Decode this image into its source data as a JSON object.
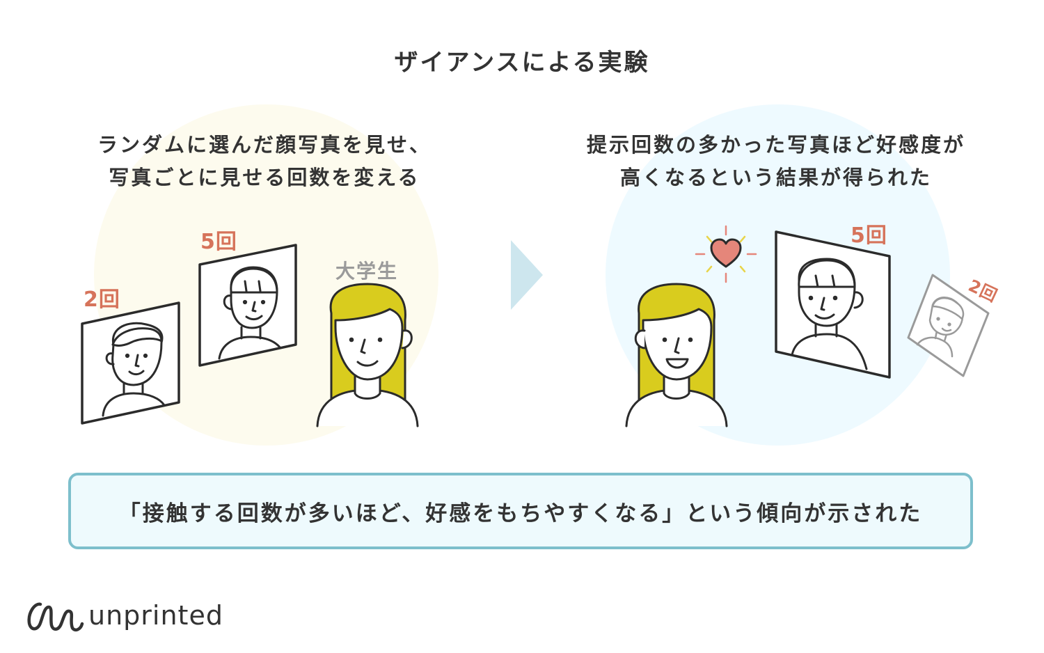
{
  "title": "ザイアンスによる実験",
  "left_panel": {
    "caption_line1": "ランダムに選んだ顔写真を見せ、",
    "caption_line2": "写真ごとに見せる回数を変える",
    "photo_small_count": "2回",
    "photo_large_count": "5回",
    "subject_label": "大学生"
  },
  "right_panel": {
    "caption_line1": "提示回数の多かった写真ほど好感度が",
    "caption_line2": "高くなるという結果が得られた",
    "photo_large_count": "5回",
    "photo_small_count": "2回"
  },
  "summary": "「接触する回数が多いほど、好感をもちやすくなる」という傾向が示された",
  "brand": {
    "name": "unprinted"
  },
  "colors": {
    "accent_orange": "#d6735a",
    "hair_yellow": "#d9cc1e",
    "heart": "#e5867a",
    "frame_box": "#7dbfcc",
    "arrow": "#cde6ee"
  }
}
